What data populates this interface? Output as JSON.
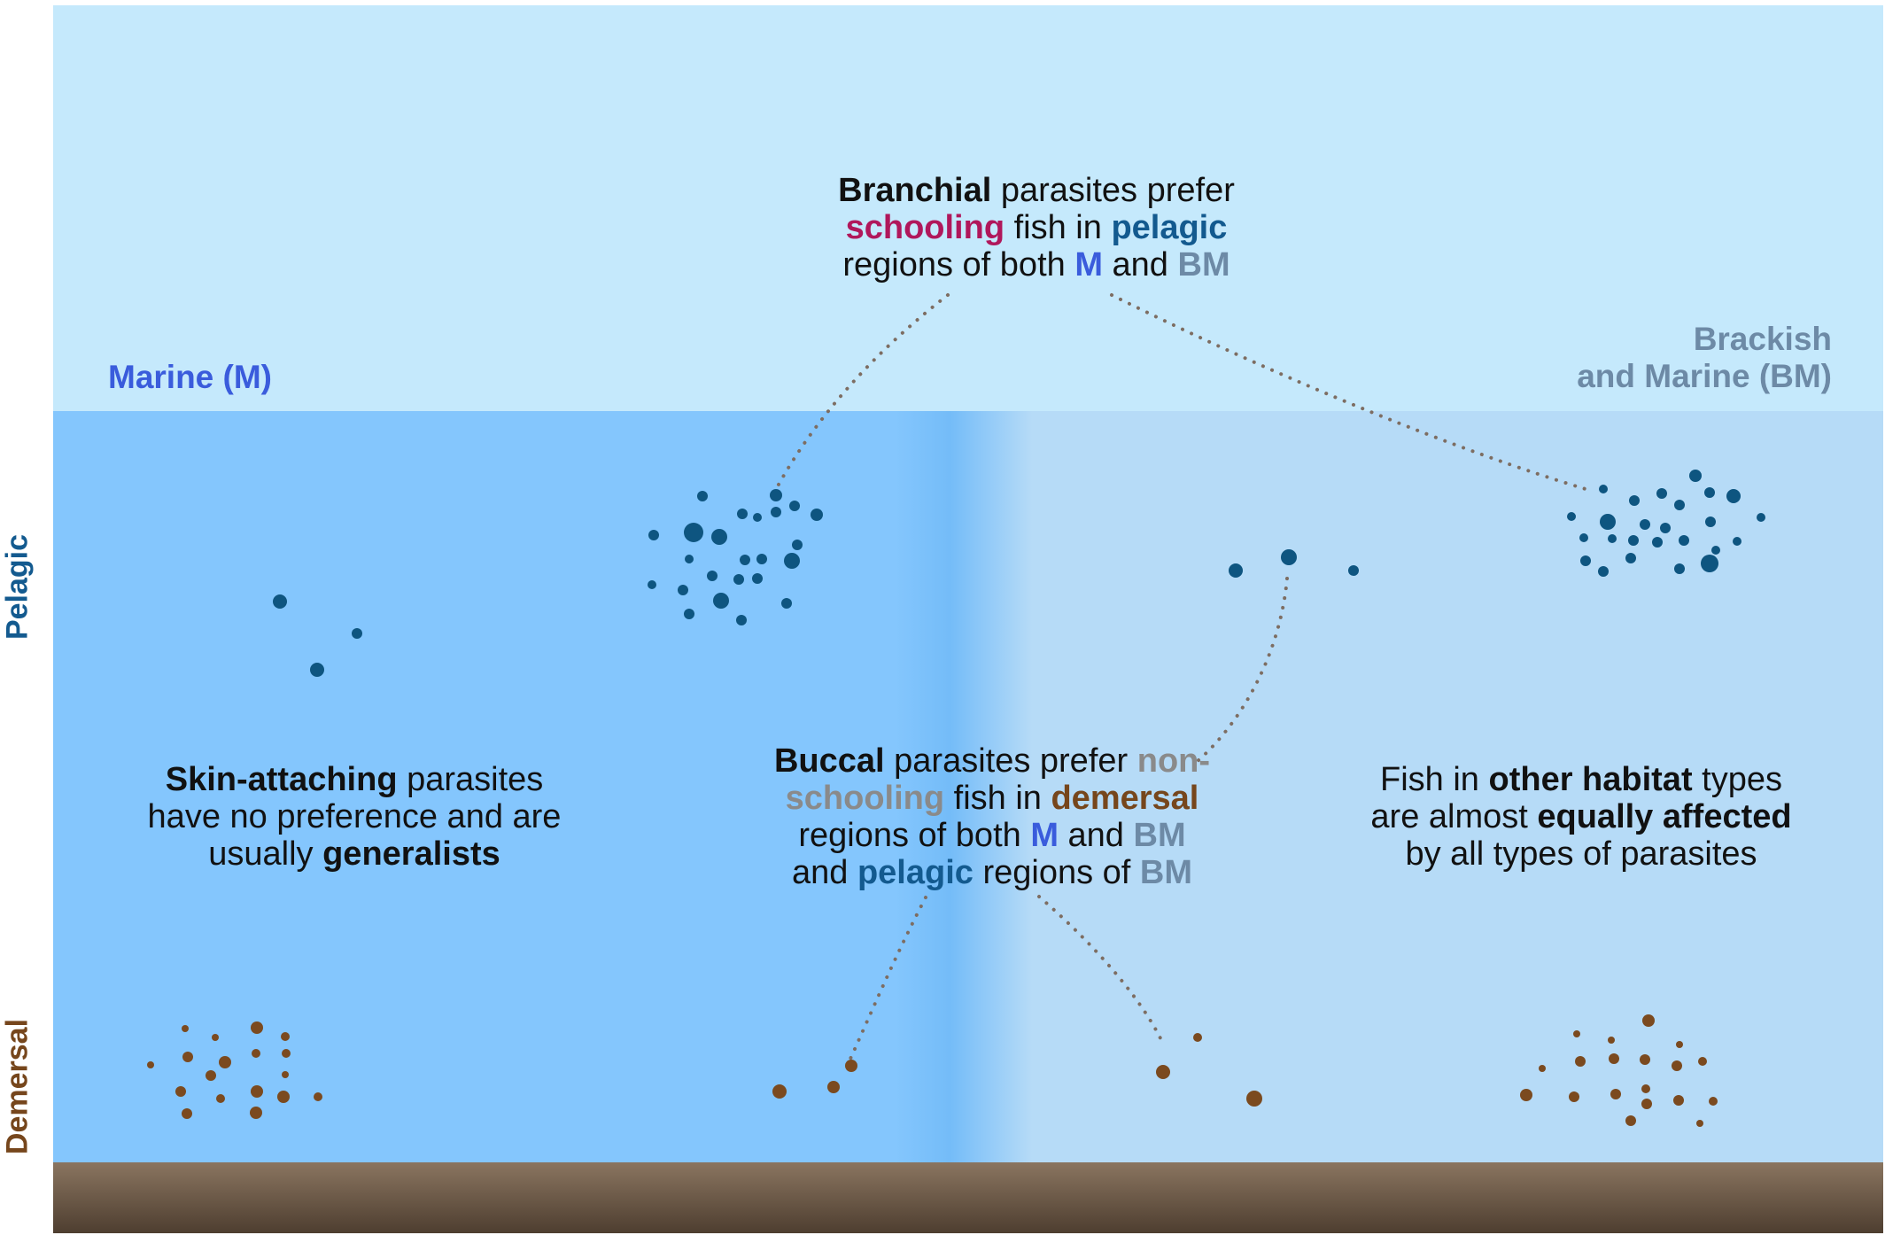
{
  "colors": {
    "sky": "#c5e9fc",
    "marine_water": "#84c6fd",
    "bm_water": "#b6dbf7",
    "seabed_top": "#8a7560",
    "seabed_bottom": "#4e3e30",
    "pelagic_fish": "#0e5580",
    "demersal_fish": "#7b4a1f",
    "dotted_line": "#7d6d62",
    "marine_text": "#3a5cdc",
    "bm_text": "#6d8aa6",
    "pelagic_text": "#135a8f",
    "demersal_text": "#76461c",
    "schooling_text": "#b0175b",
    "non_schooling_text": "#8a8a8a"
  },
  "regions": {
    "marine": "Marine (M)",
    "bm_line1": "Brackish",
    "bm_line2": "and Marine (BM)"
  },
  "zones": {
    "pelagic": "Pelagic",
    "demersal": "Demersal"
  },
  "branchial": {
    "w1": "Branchial",
    "w2": " parasites prefer",
    "w3": "schooling",
    "w4": " fish in ",
    "w5": "pelagic",
    "w6": "regions of both ",
    "w7": "M",
    "w8": " and ",
    "w9": "BM"
  },
  "skin": {
    "w1": "Skin-attaching",
    "w2": " parasites",
    "w3": "have no preference and are",
    "w4": "usually ",
    "w5": "generalists"
  },
  "buccal": {
    "w1": "Buccal",
    "w2": " parasites prefer ",
    "w3": "non-",
    "w4": "schooling",
    "w5": " fish in ",
    "w6": "demersal",
    "w7": "regions of both ",
    "w8": "M",
    "w9": " and ",
    "w10": "BM",
    "w11": "and ",
    "w12": "pelagic",
    "w13": " regions of ",
    "w14": "BM"
  },
  "other": {
    "w1": "Fish in ",
    "w2": "other habitat",
    "w3": " types",
    "w4": "are almost ",
    "w5": "equally affected",
    "w6": "by all types of parasites"
  }
}
